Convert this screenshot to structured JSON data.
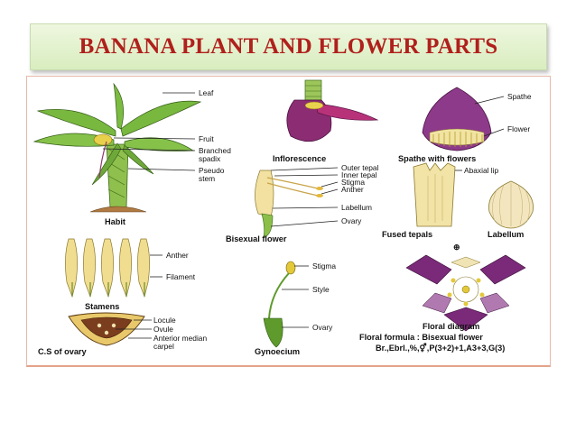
{
  "slide": {
    "title": "BANANA PLANT AND FLOWER PARTS"
  },
  "figure": {
    "habit": {
      "caption": "Habit",
      "labels": {
        "leaf": "Leaf",
        "fruit": "Fruit",
        "branched_spadix": "Branched",
        "branched_spadix_2": "spadix",
        "pseudo_stem": "Pseudo",
        "pseudo_stem_2": "stem"
      }
    },
    "inflorescence": {
      "caption": "Inflorescence"
    },
    "spathe": {
      "caption": "Spathe with flowers",
      "labels": {
        "spathe": "Spathe",
        "flower": "Flower"
      }
    },
    "bisexual_flower": {
      "caption": "Bisexual flower",
      "labels": {
        "outer_tepal": "Outer tepal",
        "inner_tepal": "Inner tepal",
        "stigma": "Stigma",
        "anther": "Anther",
        "labellum": "Labellum",
        "ovary": "Ovary"
      }
    },
    "fused_tepals": {
      "caption": "Fused tepals",
      "labels": {
        "abaxial_lip": "Abaxial lip"
      }
    },
    "labellum": {
      "caption": "Labellum"
    },
    "stamens": {
      "caption": "Stamens",
      "labels": {
        "anther": "Anther",
        "filament": "Filament"
      }
    },
    "ovary_cs": {
      "caption": "C.S of ovary",
      "labels": {
        "locule": "Locule",
        "ovule": "Ovule",
        "anterior": "Anterior median",
        "anterior_2": "carpel"
      }
    },
    "gynoecium": {
      "caption": "Gynoecium",
      "labels": {
        "stigma": "Stigma",
        "style": "Style",
        "ovary": "Ovary"
      }
    },
    "floral_diagram": {
      "caption": "Floral diagram",
      "symbol": "⊕",
      "formula_title": "Floral formula : Bisexual flower",
      "formula": "Br.,Ebrl.,%,⚥,P(3+2)+1,A3+3,G(3)"
    }
  },
  "colors": {
    "title": "#b0201c",
    "leaf_green": "#6fae3a",
    "purple": "#7a2a6e",
    "cream": "#f2e2a6",
    "yellow": "#e8c630"
  }
}
